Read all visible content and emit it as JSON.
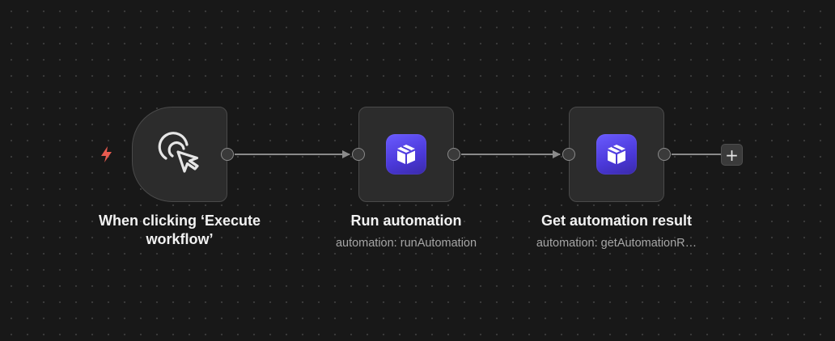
{
  "workflow": {
    "nodes": [
      {
        "id": "trigger",
        "label": "When clicking ‘Execute workflow’",
        "icon": "cursor-click-icon"
      },
      {
        "id": "run",
        "label": "Run automation",
        "sublabel": "automation: runAutomation",
        "icon": "box-icon"
      },
      {
        "id": "get",
        "label": "Get automation result",
        "sublabel": "automation: getAutomationR…",
        "icon": "box-icon"
      }
    ],
    "add_button_label": "+"
  },
  "colors": {
    "canvas_bg": "#181818",
    "node_bg": "#2c2c2c",
    "node_border": "#4a4a4a",
    "trigger_bolt": "#e85a4f",
    "app_icon_gradient_start": "#6a5bff",
    "app_icon_gradient_end": "#3a2aa8",
    "edge": "#8a8a8a"
  }
}
